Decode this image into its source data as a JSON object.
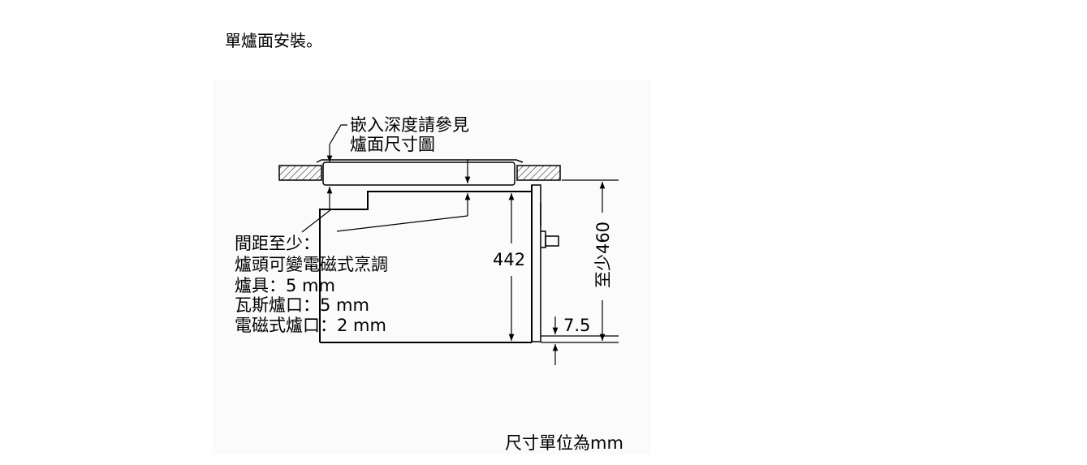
{
  "heading": "單爐面安裝。",
  "labels": {
    "depth_note_line1": "嵌入深度請參見",
    "depth_note_line2": "爐面尺寸圖",
    "clearance_title": "間距至少：",
    "clearance_line1": "爐頭可變電磁式烹調",
    "clearance_line2": "爐具：5 mm",
    "clearance_line3": "瓦斯爐口：5 mm",
    "clearance_line4": "電磁式爐口：2 mm",
    "dim_442": "442",
    "dim_460": "至少460",
    "dim_7_5": "7.5"
  },
  "unit_note": "尺寸單位為mm"
}
